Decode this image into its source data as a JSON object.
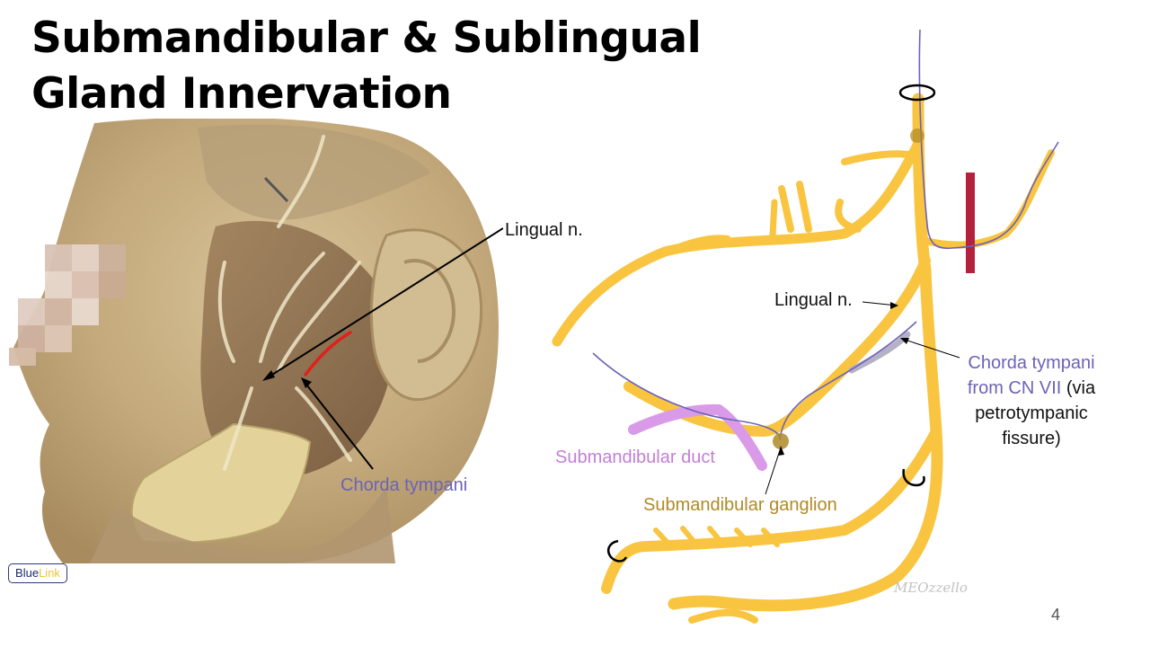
{
  "slide": {
    "title_line1": "Submandibular & Sublingual",
    "title_line2": "Gland Innervation",
    "page_number": "4",
    "signature": "MEOzzello"
  },
  "photo_labels": {
    "lingual": "Lingual n.",
    "chorda": "Chorda tympani"
  },
  "diagram_labels": {
    "lingual": "Lingual n.",
    "chorda_line1": "Chorda tympani",
    "chorda_line2_colored": "from CN VII",
    "chorda_line2_rest": " (via",
    "chorda_line3": "petrotympanic",
    "chorda_line4": "fissure)",
    "duct": "Submandibular duct",
    "ganglion": "Submandibular ganglion"
  },
  "badge": {
    "part1": "Blue",
    "part2": "Link"
  },
  "colors": {
    "nerve_yellow": "#f9c43f",
    "chorda_purple": "#6b63b8",
    "duct_pink": "#d99be8",
    "ganglion_gold": "#b08a28",
    "vessel_red": "#b5203d",
    "photo_highlight_red": "#e0201c"
  }
}
